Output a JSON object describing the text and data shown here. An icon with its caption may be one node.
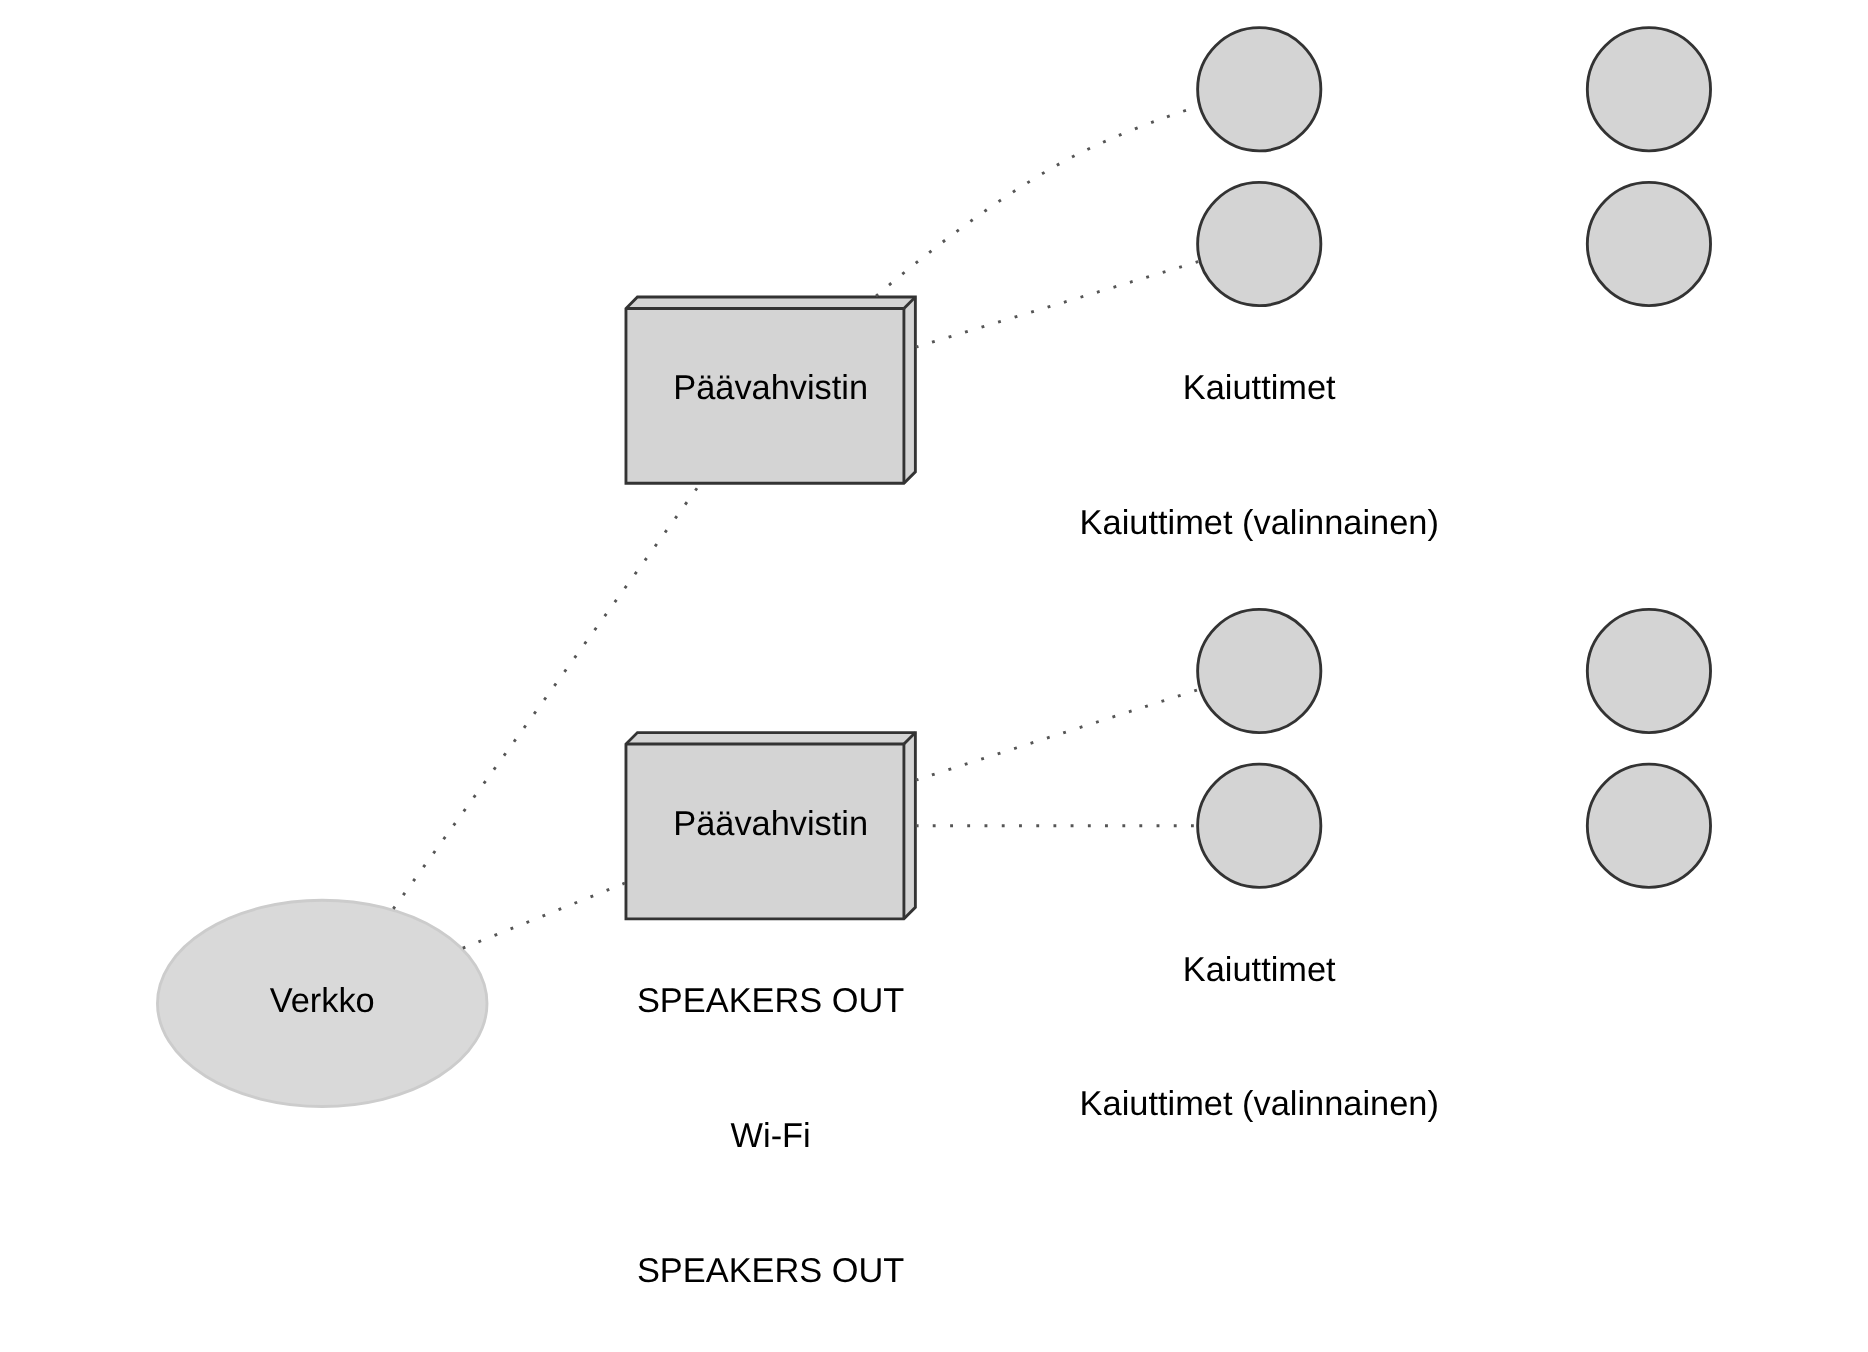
{
  "diagram": {
    "nodes": [
      {
        "text": [
          "Verkko"
        ]
      },
      {
        "text": [
          "Päävahvistin"
        ]
      },
      {
        "text": [],
        "shape": "circle"
      },
      {
        "text": [],
        "shape": "circle"
      },
      {
        "text": [],
        "shape": "circle"
      },
      {
        "text": [],
        "shape": "circle"
      },
      {
        "text": [
          "Päävahvistin"
        ]
      },
      {
        "text": [],
        "shape": "circle"
      },
      {
        "text": [],
        "shape": "circle"
      },
      {
        "text": [],
        "shape": "circle"
      },
      {
        "text": [],
        "shape": "circle"
      }
    ],
    "edges": [
      {
        "from": 0,
        "to": 1,
        "arrow": "none"
      },
      {
        "from": 0,
        "to": 6,
        "arrow": "none"
      },
      {
        "from": 1,
        "to": 2,
        "arrow": "none"
      },
      {
        "from": 1,
        "to": 4,
        "arrow": "none"
      },
      {
        "from": 6,
        "to": 7,
        "arrow": "none"
      },
      {
        "from": 6,
        "to": 9,
        "arrow": "none"
      }
    ],
    "labels": [
      "Kaiuttimet",
      "SPEAKERS OUT",
      "Kaiuttimet (valinnainen)",
      "Wi-Fi",
      "Kaiuttimet",
      "SPEAKERS OUT",
      "Kaiuttimet (valinnainen)"
    ]
  }
}
